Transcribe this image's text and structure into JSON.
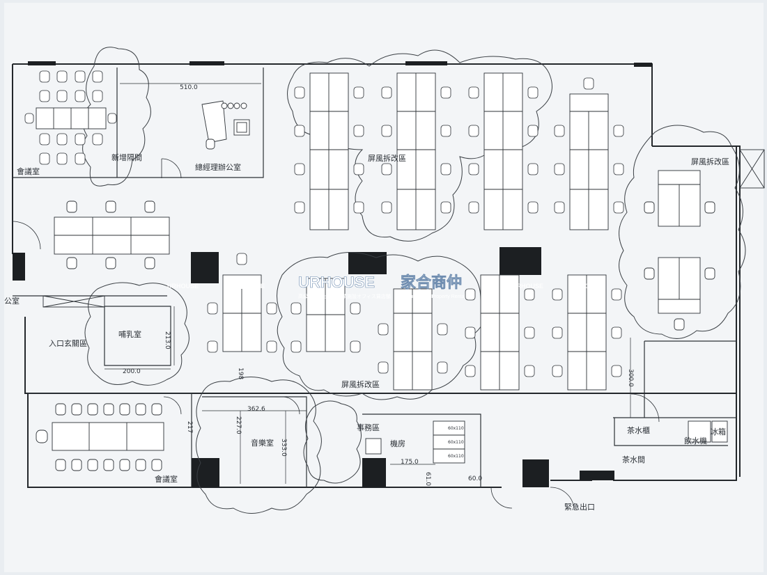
{
  "rooms": {
    "meeting_room_top": "會議室",
    "new_partition": "新增隔間",
    "gm_office": "總經理辦公室",
    "screen_mod_top": "屏風拆改區",
    "screen_mod_right": "屏風拆改區",
    "screen_mod_bottom": "屏風拆改區",
    "left_edge_office": "公室",
    "nursing_room": "哺乳室",
    "entrance_lobby": "入口玄關區",
    "meeting_room_bottom": "會議室",
    "music_room": "音樂室",
    "admin_area": "事務區",
    "machine_room": "機房",
    "tea_cabinet": "茶水櫃",
    "water_dispenser": "飲水機",
    "fridge": "冰箱",
    "pantry": "茶水間",
    "emergency_exit": "緊急出口"
  },
  "dimensions": {
    "d510": "510.0",
    "d213": "213.0",
    "d200": "200.0",
    "d198": "198",
    "d362": "362.6",
    "d227": "227.0",
    "d333": "333.0",
    "d217": "217",
    "d175": "175.0",
    "d61": "61.0",
    "d60": "60.0",
    "d300": "300.0",
    "rack": "60x110"
  },
  "watermark": {
    "brand": "URHOUSE",
    "brand_cn": "家合商仲",
    "tagline": "高級マンション／商業施設オフィス賃店舗",
    "english": "Commercial Property Rental",
    "small": "URHOUSE"
  },
  "colors": {
    "wall": "#1f2327",
    "wall_block": "#1c1f22",
    "paper": "#f4f6f8",
    "watermark_blue": "#3f6fb0"
  }
}
